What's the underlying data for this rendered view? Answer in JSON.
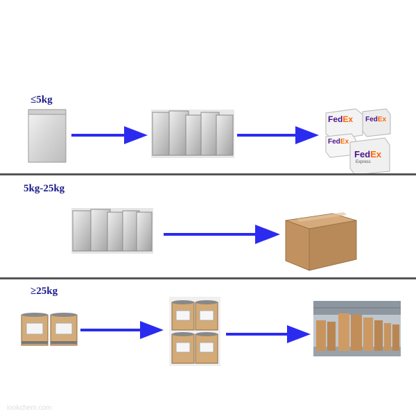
{
  "tiers": [
    {
      "label": "≤5kg"
    },
    {
      "label": "5kg-25kg"
    },
    {
      "label": "≥25kg"
    }
  ],
  "fedex": {
    "brand_a": "Fed",
    "brand_b": "Ex",
    "sub": "Express"
  },
  "watermark": "lookchem.com",
  "colors": {
    "arrow": "#2b2bf0",
    "label": "#1a1a8c",
    "divider": "#555555",
    "fedex_purple": "#4d148c",
    "fedex_orange": "#ff6600"
  },
  "icons": [
    "foil-bag-icon",
    "fedex-box-icon",
    "carton-icon",
    "fiber-drum-icon",
    "warehouse-icon",
    "arrow-right-icon"
  ]
}
